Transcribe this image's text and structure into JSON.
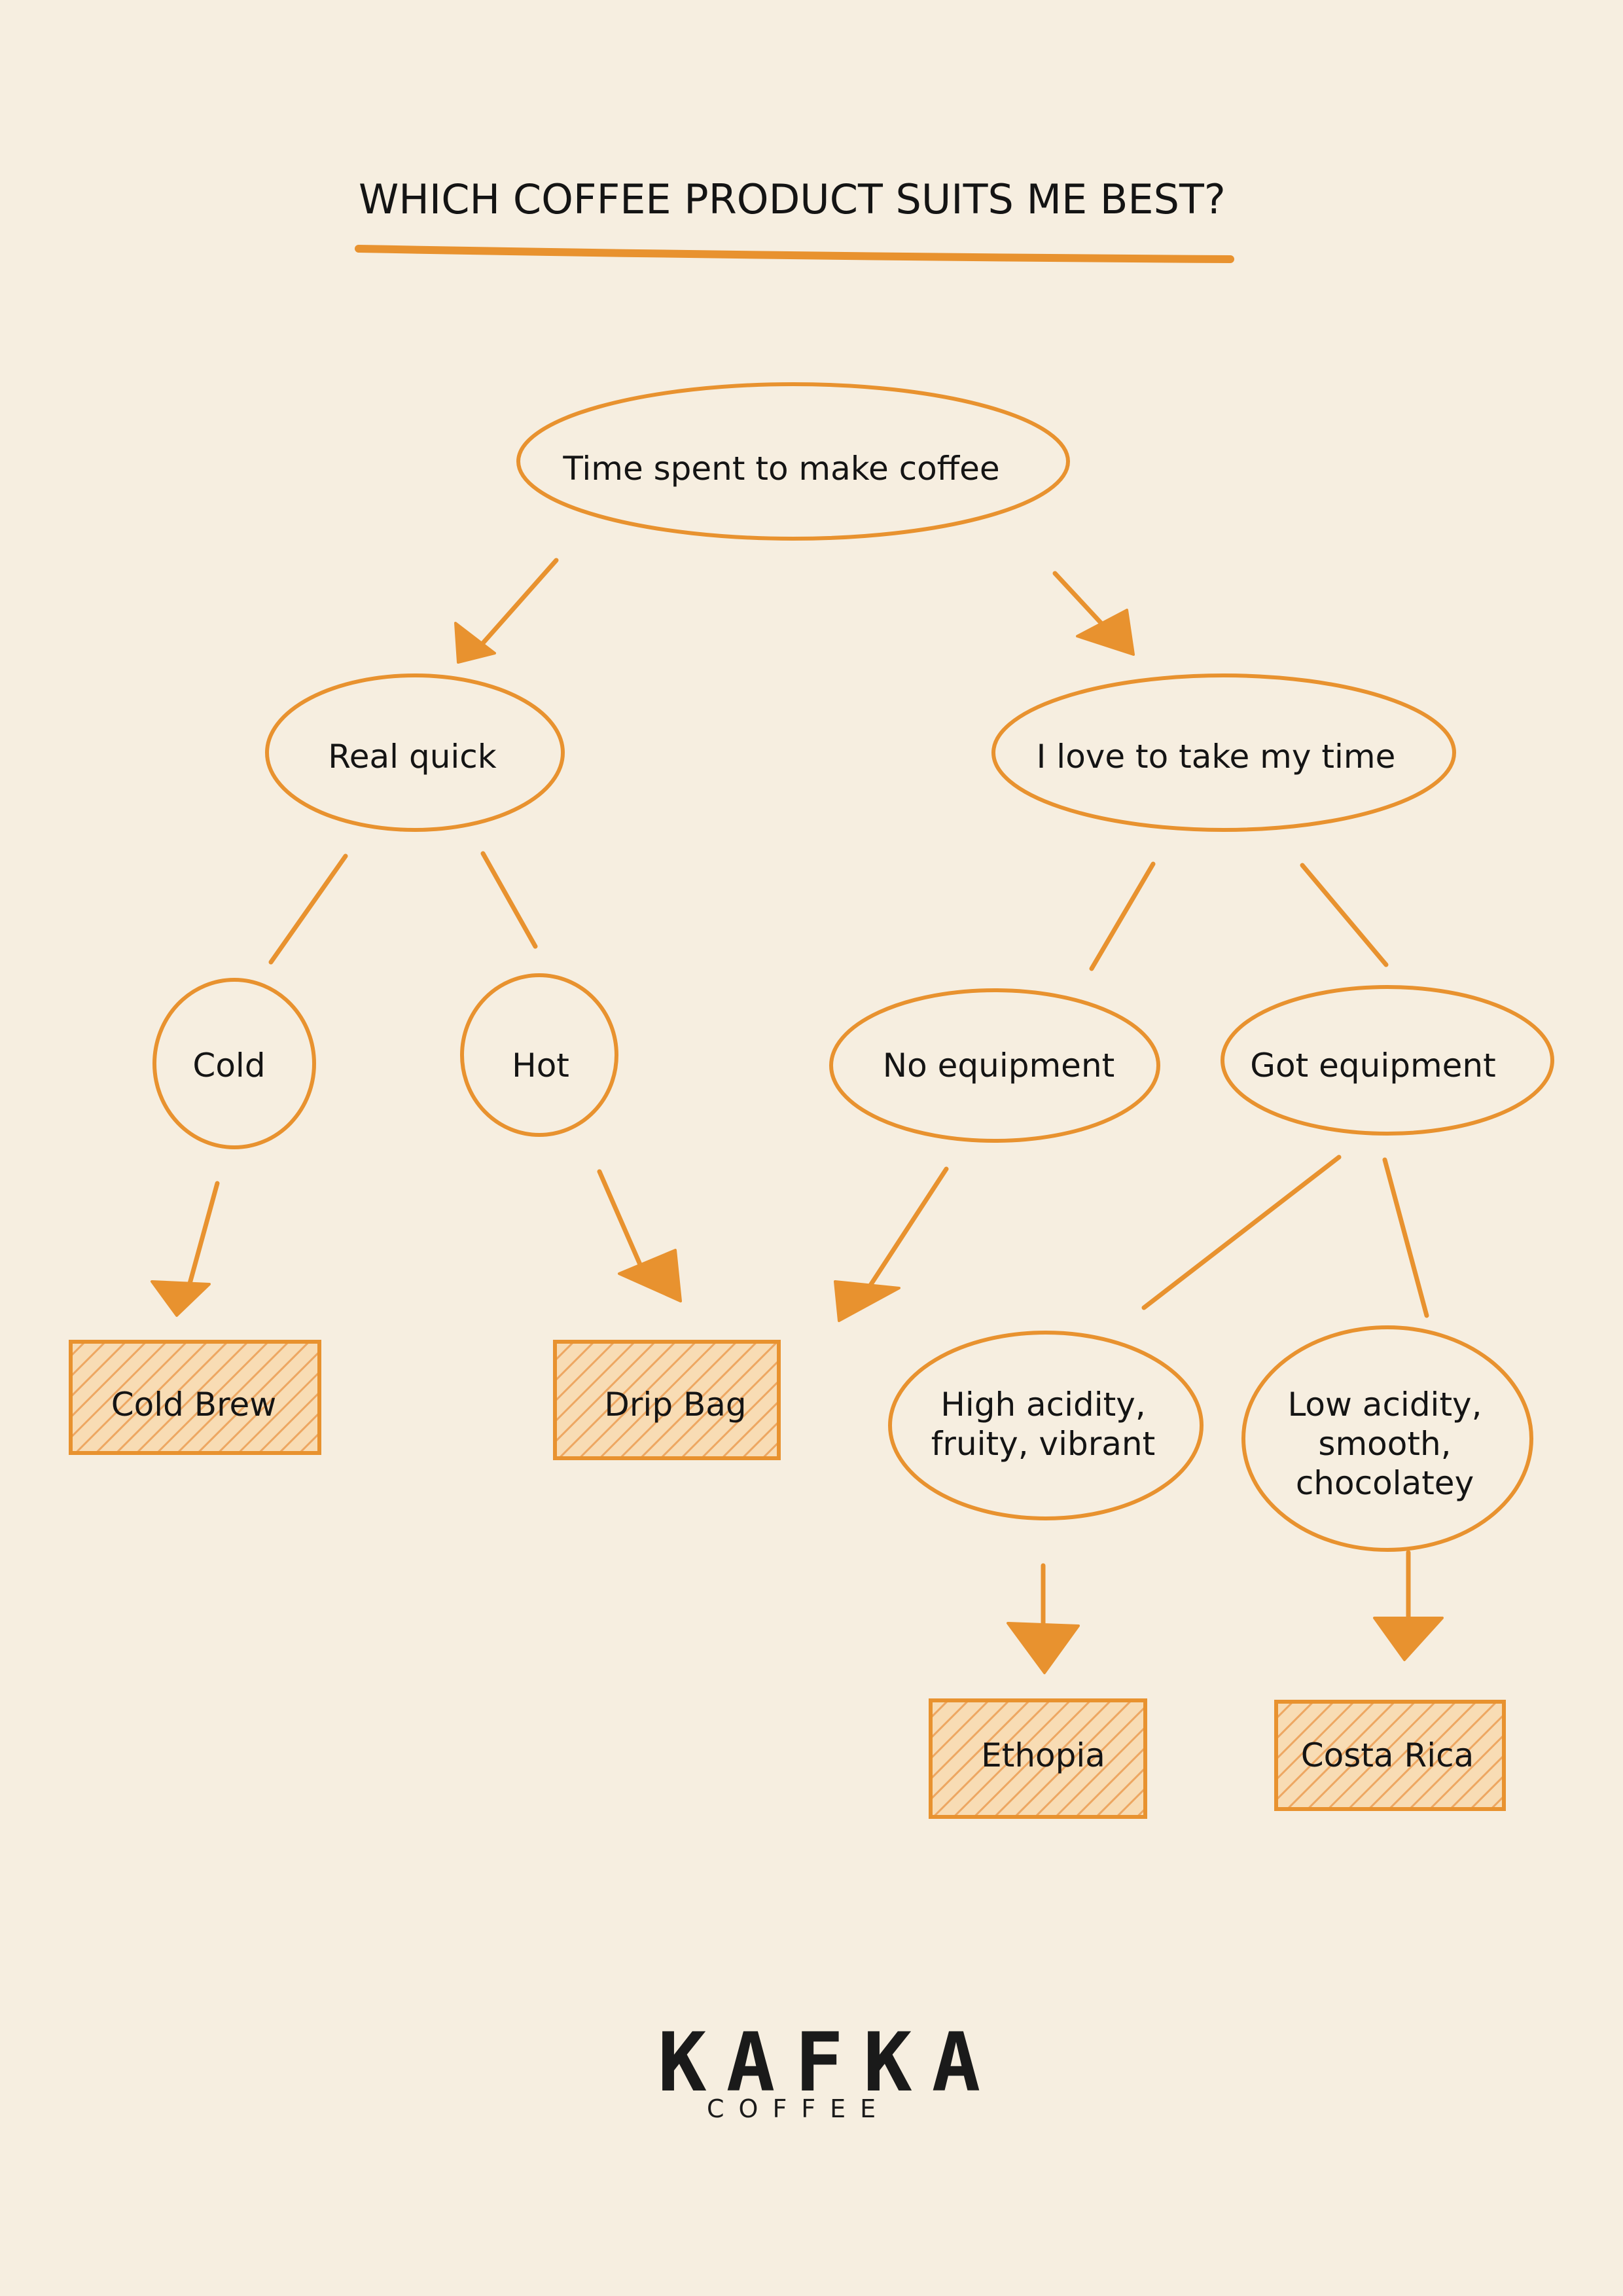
{
  "page": {
    "title": "WHICH COFFEE PRODUCT SUITS ME BEST?"
  },
  "colors": {
    "background": "#f6eee0",
    "accent": "#e8922f",
    "hatch": "#f0b978",
    "text": "#141414"
  },
  "nodes": {
    "root": "Time spent to make coffee",
    "real_quick": "Real quick",
    "take_time": "I love to take my time",
    "cold": "Cold",
    "hot": "Hot",
    "no_equipment": "No equipment",
    "got_equipment": "Got equipment",
    "high_acidity": "High acidity,\nfruity, vibrant",
    "low_acidity": "Low acidity,\nsmooth,\nchocolatey"
  },
  "results": {
    "cold_brew": "Cold Brew",
    "drip_bag": "Drip Bag",
    "ethiopia": "Ethopia",
    "costa_rica": "Costa Rica"
  },
  "logo": {
    "wordmark": "KAFKA",
    "subtitle": "COFFEE"
  }
}
